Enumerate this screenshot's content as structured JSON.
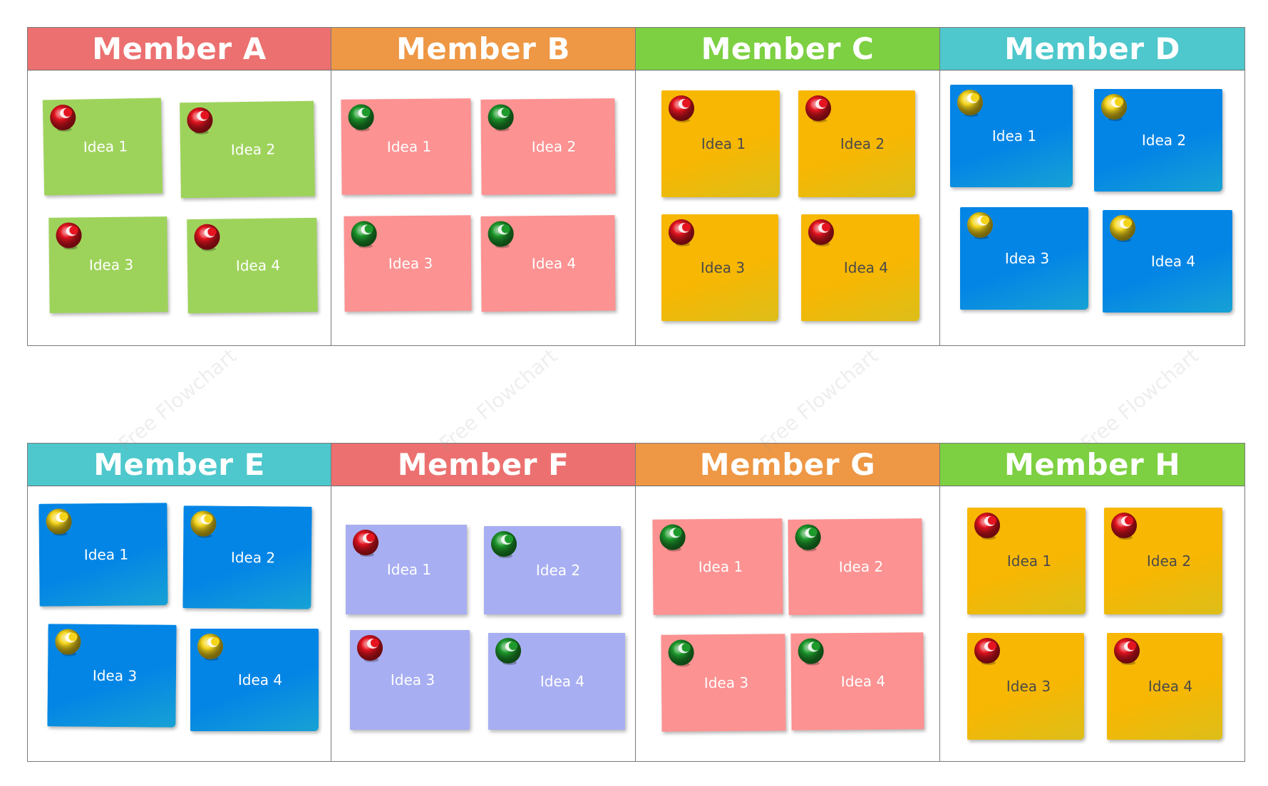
{
  "colors": {
    "header_red": "#ec7070",
    "header_orange": "#ee9744",
    "header_green": "#7dd041",
    "header_teal": "#4ec8cc",
    "note_green": "#9ed35b",
    "note_pink": "#fc9292",
    "note_yellow": "#fbd81c",
    "note_blue": "#1ab8f2",
    "note_lavender": "#a7aef1",
    "pin_red": "#e41420",
    "pin_green": "#1e9a2c",
    "pin_yellow": "#f4d41a"
  },
  "watermark": "Free Flowchart",
  "members": [
    {
      "name": "Member A",
      "header": "header_red",
      "note_color": "note_green",
      "pin": "pin_red",
      "style": "flat",
      "ideas": [
        "Idea 1",
        "Idea 2",
        "Idea 3",
        "Idea 4"
      ]
    },
    {
      "name": "Member B",
      "header": "header_orange",
      "note_color": "note_pink",
      "pin": "pin_green",
      "style": "flat",
      "ideas": [
        "Idea 1",
        "Idea 2",
        "Idea 3",
        "Idea 4"
      ]
    },
    {
      "name": "Member C",
      "header": "header_green",
      "note_color": "note_yellow",
      "pin": "pin_red",
      "style": "curled",
      "ideas": [
        "Idea 1",
        "Idea 2",
        "Idea 3",
        "Idea 4"
      ]
    },
    {
      "name": "Member D",
      "header": "header_teal",
      "note_color": "note_blue",
      "pin": "pin_yellow",
      "style": "curled",
      "ideas": [
        "Idea 1",
        "Idea 2",
        "Idea 3",
        "Idea 4"
      ]
    },
    {
      "name": "Member E",
      "header": "header_teal",
      "note_color": "note_blue",
      "pin": "pin_yellow",
      "style": "curled",
      "ideas": [
        "Idea 1",
        "Idea 2",
        "Idea 3",
        "Idea 4"
      ]
    },
    {
      "name": "Member F",
      "header": "header_red",
      "note_color": "note_lavender",
      "pin": "pin_red",
      "pin_alt": "pin_green",
      "style": "flat",
      "ideas": [
        "Idea 1",
        "Idea 2",
        "Idea 3",
        "Idea 4"
      ]
    },
    {
      "name": "Member G",
      "header": "header_orange",
      "note_color": "note_pink",
      "pin": "pin_green",
      "style": "flat",
      "ideas": [
        "Idea 1",
        "Idea 2",
        "Idea 3",
        "Idea 4"
      ]
    },
    {
      "name": "Member H",
      "header": "header_green",
      "note_color": "note_yellow",
      "pin": "pin_red",
      "style": "curled",
      "ideas": [
        "Idea 1",
        "Idea 2",
        "Idea 3",
        "Idea 4"
      ]
    }
  ]
}
